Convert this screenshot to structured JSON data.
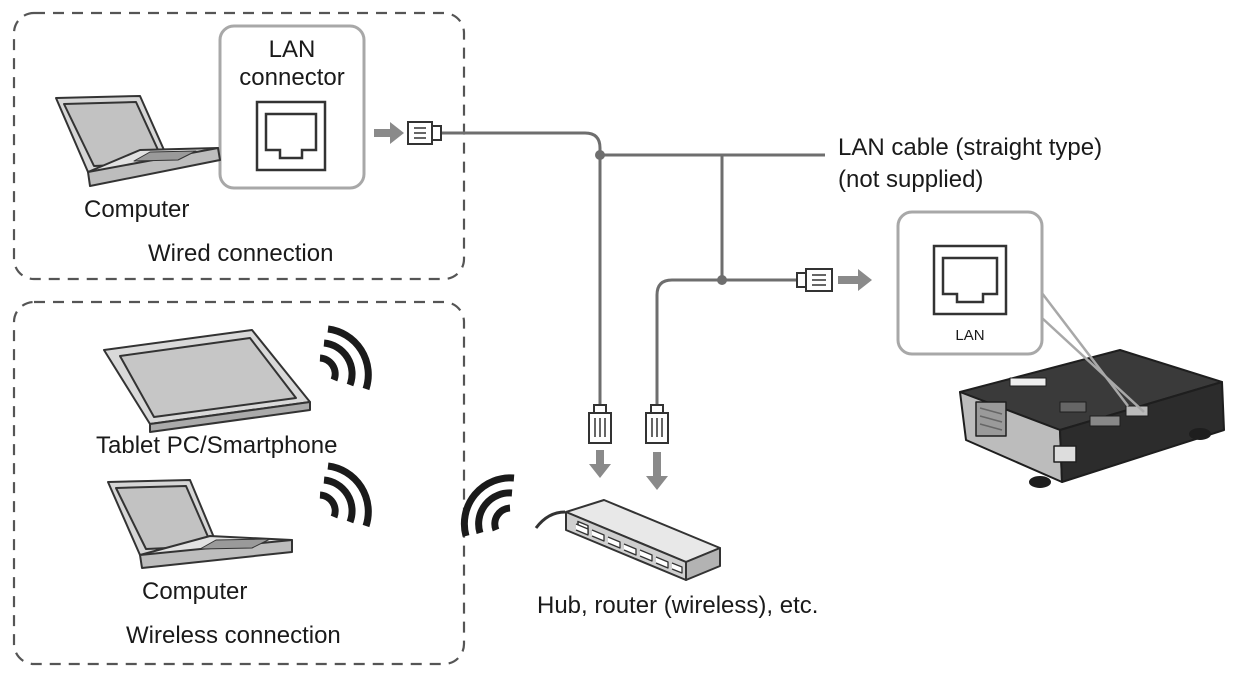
{
  "wired": {
    "connector_title_line1": "LAN",
    "connector_title_line2": "connector",
    "computer_label": "Computer",
    "section_label": "Wired connection"
  },
  "wireless": {
    "tablet_label": "Tablet PC/Smartphone",
    "computer_label": "Computer",
    "section_label": "Wireless connection"
  },
  "cable": {
    "label_line1": "LAN cable (straight type)",
    "label_line2": "(not supplied)"
  },
  "hub": {
    "label": "Hub, router (wireless), etc."
  },
  "projector": {
    "port_label": "LAN"
  },
  "icons": [
    "laptop-icon",
    "tablet-icon",
    "wifi-signal-icon",
    "rj45-plug-icon",
    "lan-port-icon",
    "hub-router-icon",
    "projector-icon",
    "arrow-icon"
  ],
  "colors": {
    "line": "#6e6e6e",
    "outline": "#333333",
    "arrow": "#8a8a8a",
    "panel_border": "#a8a8a8",
    "dashed_box": "#555555"
  }
}
